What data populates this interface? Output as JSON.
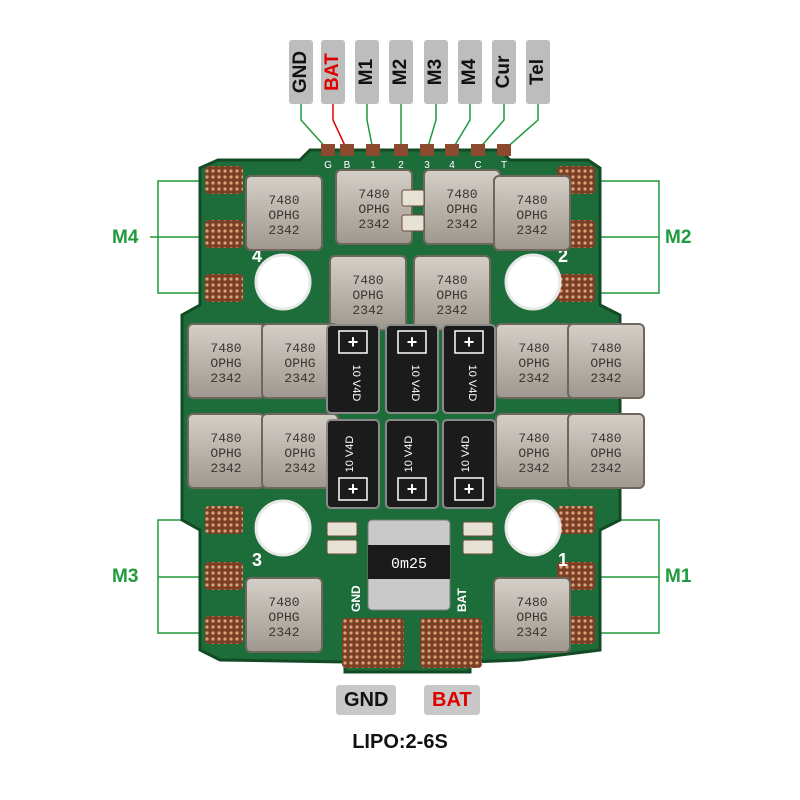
{
  "top_pins": [
    {
      "label": "GND",
      "pad": "G",
      "color": "#111111"
    },
    {
      "label": "BAT",
      "pad": "B",
      "color": "#e00000"
    },
    {
      "label": "M1",
      "pad": "1",
      "color": "#111111"
    },
    {
      "label": "M2",
      "pad": "2",
      "color": "#111111"
    },
    {
      "label": "M3",
      "pad": "3",
      "color": "#111111"
    },
    {
      "label": "M4",
      "pad": "4",
      "color": "#111111"
    },
    {
      "label": "Cur",
      "pad": "C",
      "color": "#111111"
    },
    {
      "label": "Tel",
      "pad": "T",
      "color": "#111111"
    }
  ],
  "motor_groups": {
    "top_left": "M4",
    "top_right": "M2",
    "bottom_left": "M3",
    "bottom_right": "M1"
  },
  "corner_numbers": {
    "top_left": "4",
    "top_right": "2",
    "bottom_left": "3",
    "bottom_right": "1"
  },
  "mosfet_markings": {
    "line1": "7480",
    "line2": "OPHG",
    "line3": "2342"
  },
  "capacitor_markings": {
    "voltage": "10",
    "code": "V4D",
    "polarity": "+"
  },
  "shunt_marking": "0m25",
  "board_pad_labels": {
    "gnd": "GND",
    "bat": "BAT"
  },
  "power_input": {
    "gnd_label": "GND",
    "bat_label": "BAT",
    "battery_spec": "LIPO:2-6S"
  },
  "colors": {
    "pcb_green": "#1d6d3a",
    "pcb_edge": "#124a26",
    "copper_pad": "#8b4a2e",
    "mosfet_silver": "#b9b2a8",
    "capacitor_black": "#1b1b1b",
    "label_green": "#1f9a3c",
    "label_red": "#e00000",
    "pill_grey": "#c8c8c8"
  }
}
